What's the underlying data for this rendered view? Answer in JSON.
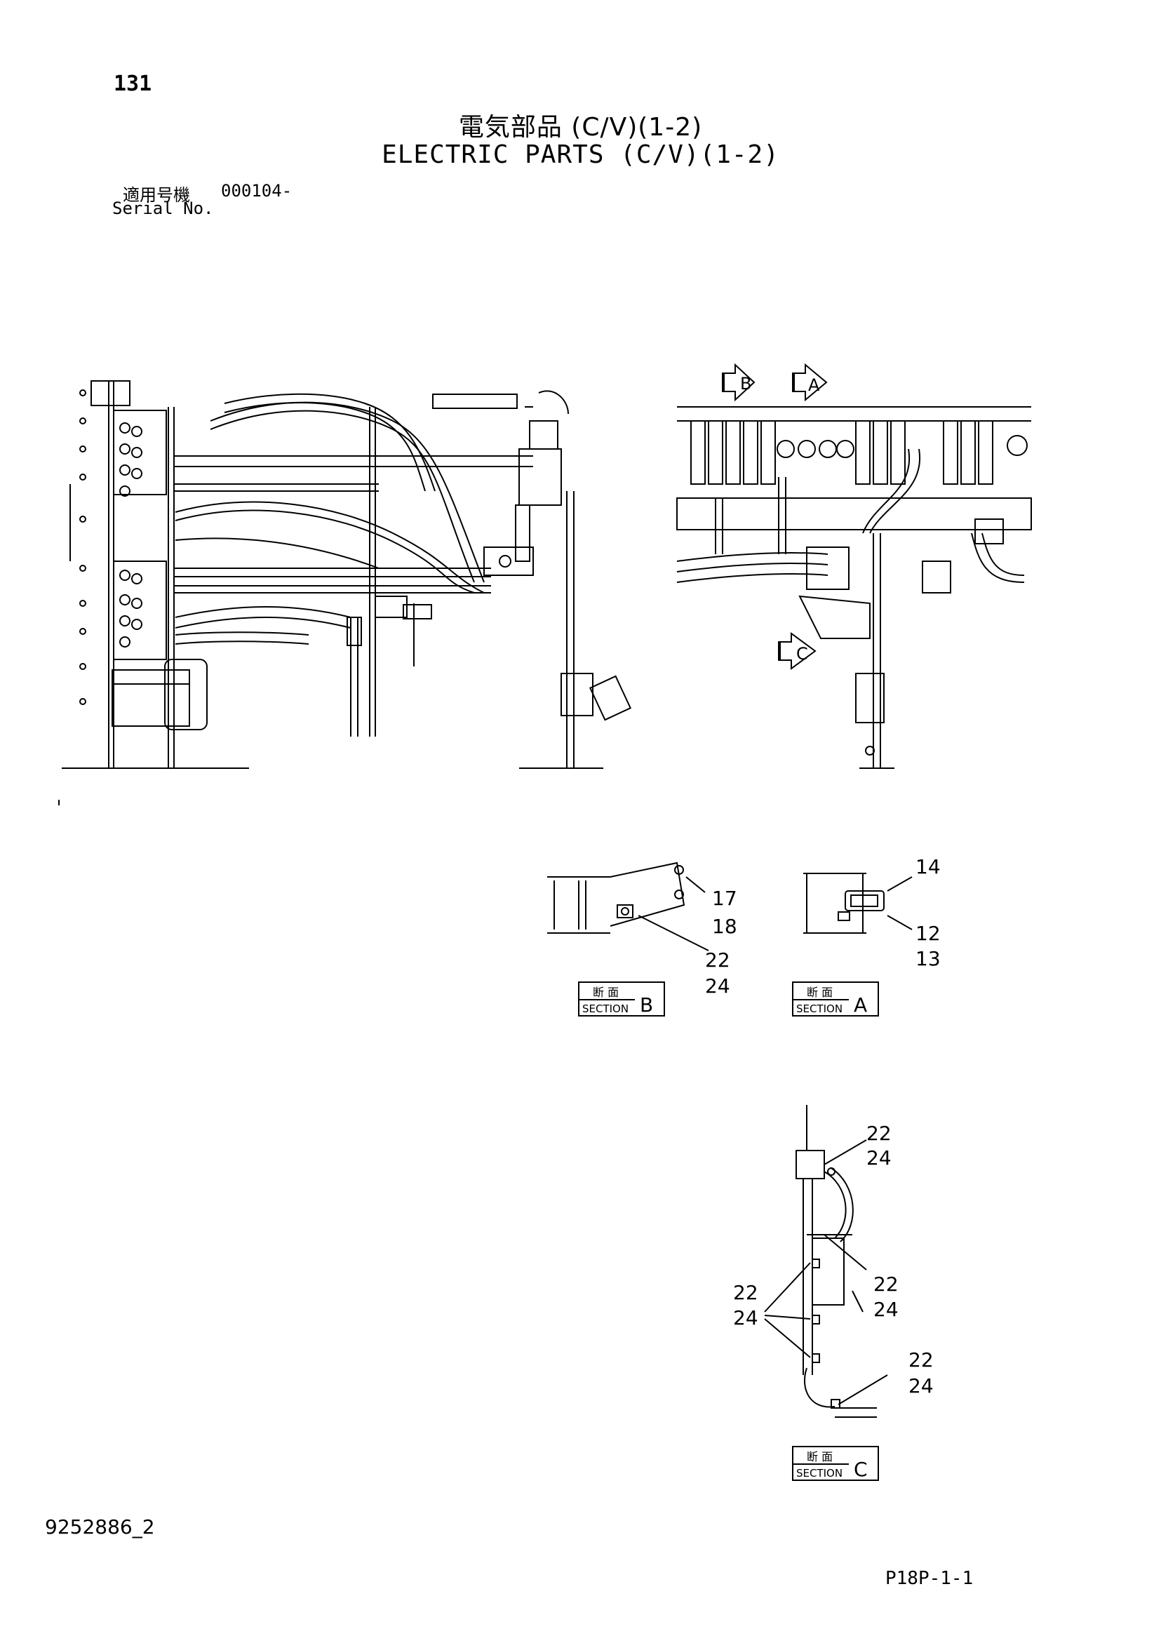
{
  "header": {
    "page_number": "131",
    "title_jp": "電気部品 (C/V)(1-2)",
    "title_en": "ELECTRIC PARTS (C/V)(1-2)",
    "serial_jp": "適用号機",
    "serial_value": "000104-",
    "serial_en": "Serial No."
  },
  "views": {
    "arrow_b": "B",
    "arrow_a": "A",
    "arrow_c": "C"
  },
  "section_b": {
    "jp": "断 面",
    "en": "SECTION",
    "letter": "B",
    "callouts": [
      "17",
      "18",
      "22",
      "24"
    ]
  },
  "section_a": {
    "jp": "断 面",
    "en": "SECTION",
    "letter": "A",
    "callouts": [
      "14",
      "12",
      "13"
    ]
  },
  "section_c": {
    "jp": "断 面",
    "en": "SECTION",
    "letter": "C",
    "callouts": [
      "22",
      "24",
      "22",
      "24",
      "22",
      "24",
      "22",
      "24"
    ]
  },
  "footer": {
    "doc_number": "9252886_2",
    "page_code": "P18P-1-1"
  }
}
